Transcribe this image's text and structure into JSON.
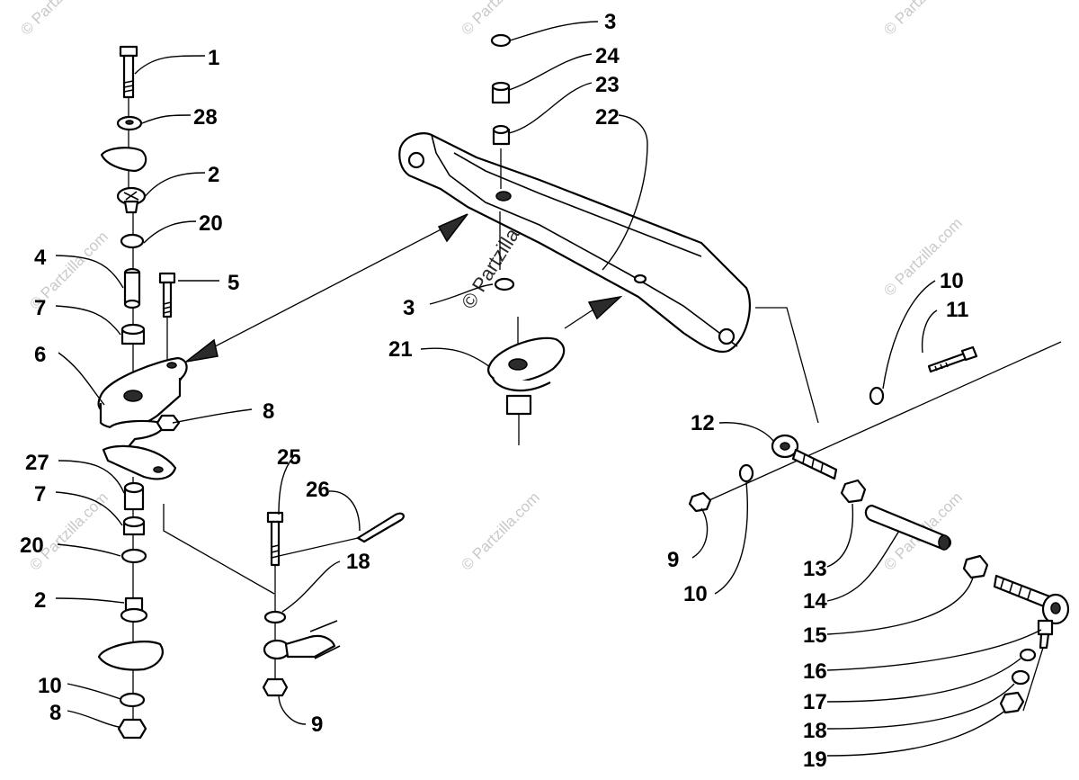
{
  "watermarks": {
    "brand": "© Partzilla.com",
    "center_brand": "© Partzilla.com"
  },
  "callouts": [
    {
      "id": "c1",
      "text": "1"
    },
    {
      "id": "c28",
      "text": "28"
    },
    {
      "id": "c2a",
      "text": "2"
    },
    {
      "id": "c20a",
      "text": "20"
    },
    {
      "id": "c4",
      "text": "4"
    },
    {
      "id": "c5",
      "text": "5"
    },
    {
      "id": "c7a",
      "text": "7"
    },
    {
      "id": "c6",
      "text": "6"
    },
    {
      "id": "c8a",
      "text": "8"
    },
    {
      "id": "c27",
      "text": "27"
    },
    {
      "id": "c7b",
      "text": "7"
    },
    {
      "id": "c20b",
      "text": "20"
    },
    {
      "id": "c2b",
      "text": "2"
    },
    {
      "id": "c10a",
      "text": "10"
    },
    {
      "id": "c8b",
      "text": "8"
    },
    {
      "id": "c25",
      "text": "25"
    },
    {
      "id": "c26",
      "text": "26"
    },
    {
      "id": "c18a",
      "text": "18"
    },
    {
      "id": "c9a",
      "text": "9"
    },
    {
      "id": "c3a",
      "text": "3"
    },
    {
      "id": "c24",
      "text": "24"
    },
    {
      "id": "c23",
      "text": "23"
    },
    {
      "id": "c22",
      "text": "22"
    },
    {
      "id": "c3b",
      "text": "3"
    },
    {
      "id": "c21",
      "text": "21"
    },
    {
      "id": "c10b",
      "text": "10"
    },
    {
      "id": "c11",
      "text": "11"
    },
    {
      "id": "c12",
      "text": "12"
    },
    {
      "id": "c9b",
      "text": "9"
    },
    {
      "id": "c10c",
      "text": "10"
    },
    {
      "id": "c13",
      "text": "13"
    },
    {
      "id": "c14",
      "text": "14"
    },
    {
      "id": "c15",
      "text": "15"
    },
    {
      "id": "c16",
      "text": "16"
    },
    {
      "id": "c17",
      "text": "17"
    },
    {
      "id": "c18b",
      "text": "18"
    },
    {
      "id": "c19",
      "text": "19"
    }
  ]
}
